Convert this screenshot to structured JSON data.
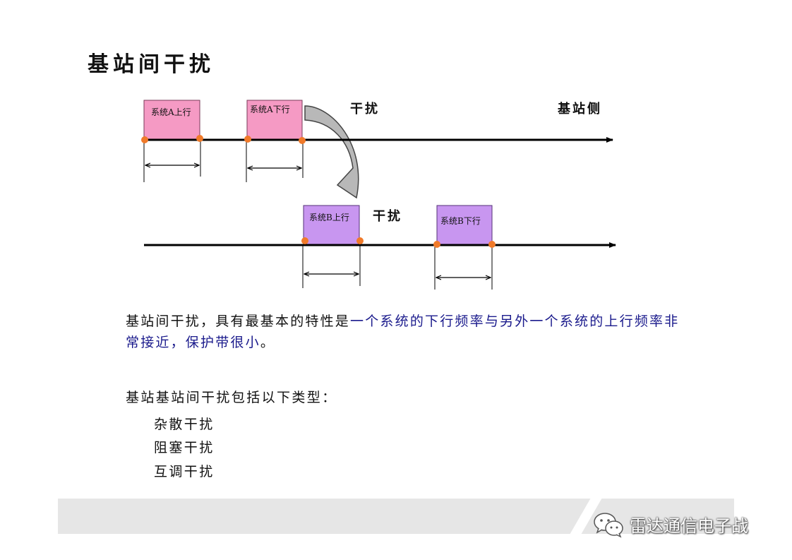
{
  "title": "基站间干扰",
  "diagram": {
    "top_timeline": {
      "boxes": [
        {
          "label": "系统A上行",
          "color": "#f59ac4"
        },
        {
          "label": "系统A下行",
          "color": "#f59ac4"
        }
      ],
      "interference_label": "干扰",
      "side_label": "基站侧"
    },
    "bottom_timeline": {
      "boxes": [
        {
          "label": "系统B上行",
          "color": "#c896f0"
        },
        {
          "label": "系统B下行",
          "color": "#c896f0"
        }
      ],
      "interference_label": "干扰"
    },
    "marker_color": "#f07a2a"
  },
  "summary": {
    "part1": "基站间干扰，具有最基本的特性是",
    "part2": "一个系统的下行频率与另外一个系统的上行频率非常接近，保护带很小",
    "part3": "。"
  },
  "types": {
    "heading": "基站基站间干扰包括以下类型：",
    "items": [
      "杂散干扰",
      "阻塞干扰",
      "互调干扰"
    ]
  },
  "watermark": {
    "icon": "wechat-icon",
    "text": "雷达通信电子战"
  }
}
